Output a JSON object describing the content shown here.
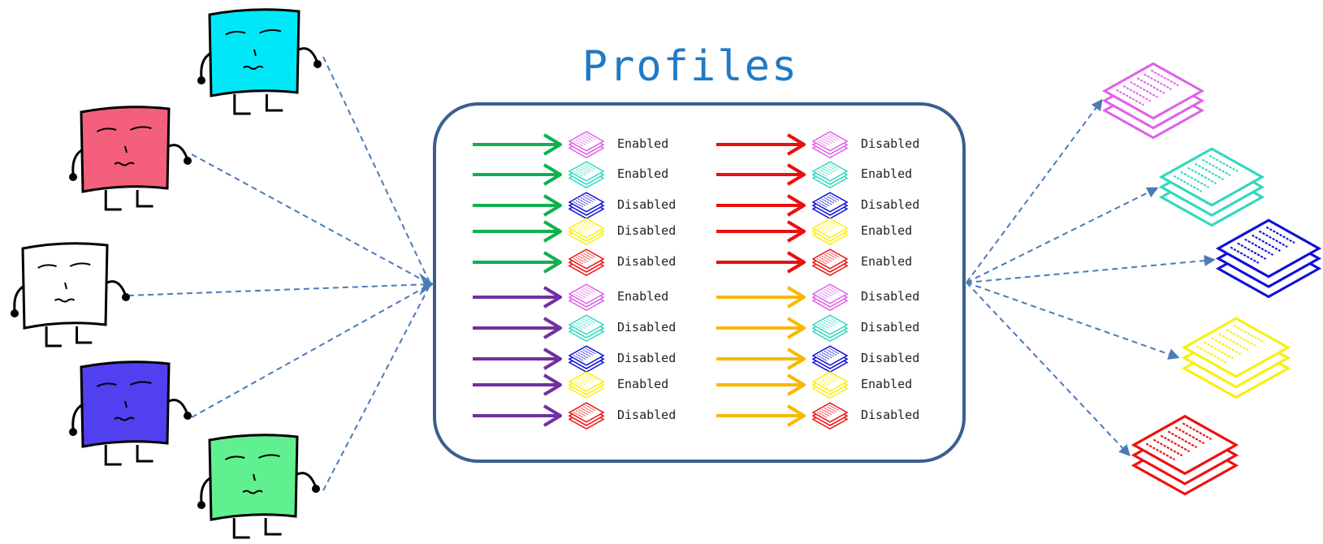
{
  "title": "Profiles",
  "colors": {
    "border": "#3a5f8f",
    "title": "#1f7ac7",
    "connector": "#4a7bb8",
    "users": [
      "#00e8f8",
      "#f4607c",
      "#ffffff",
      "#5040f0",
      "#60f090"
    ],
    "profiles": [
      "#e060e8",
      "#30d8c0",
      "#1010d8",
      "#f8f010",
      "#f01010"
    ],
    "groups": [
      "#10b050",
      "#e81010",
      "#7030a0",
      "#f8b800"
    ]
  },
  "users": [
    {
      "name": "cyan-user-icon"
    },
    {
      "name": "pink-user-icon"
    },
    {
      "name": "white-user-icon"
    },
    {
      "name": "blue-user-icon"
    },
    {
      "name": "green-user-icon"
    }
  ],
  "profile_stacks": [
    {
      "name": "magenta-profile-stack-icon"
    },
    {
      "name": "teal-profile-stack-icon"
    },
    {
      "name": "blue-profile-stack-icon"
    },
    {
      "name": "yellow-profile-stack-icon"
    },
    {
      "name": "red-profile-stack-icon"
    }
  ],
  "groups": [
    {
      "arrow_color": "green",
      "statuses": [
        "Enabled",
        "Enabled",
        "Disabled",
        "Disabled",
        "Disabled"
      ]
    },
    {
      "arrow_color": "red",
      "statuses": [
        "Disabled",
        "Enabled",
        "Disabled",
        "Enabled",
        "Enabled"
      ]
    },
    {
      "arrow_color": "purple",
      "statuses": [
        "Enabled",
        "Disabled",
        "Disabled",
        "Enabled",
        "Disabled"
      ]
    },
    {
      "arrow_color": "orange",
      "statuses": [
        "Disabled",
        "Disabled",
        "Disabled",
        "Enabled",
        "Disabled"
      ]
    }
  ]
}
